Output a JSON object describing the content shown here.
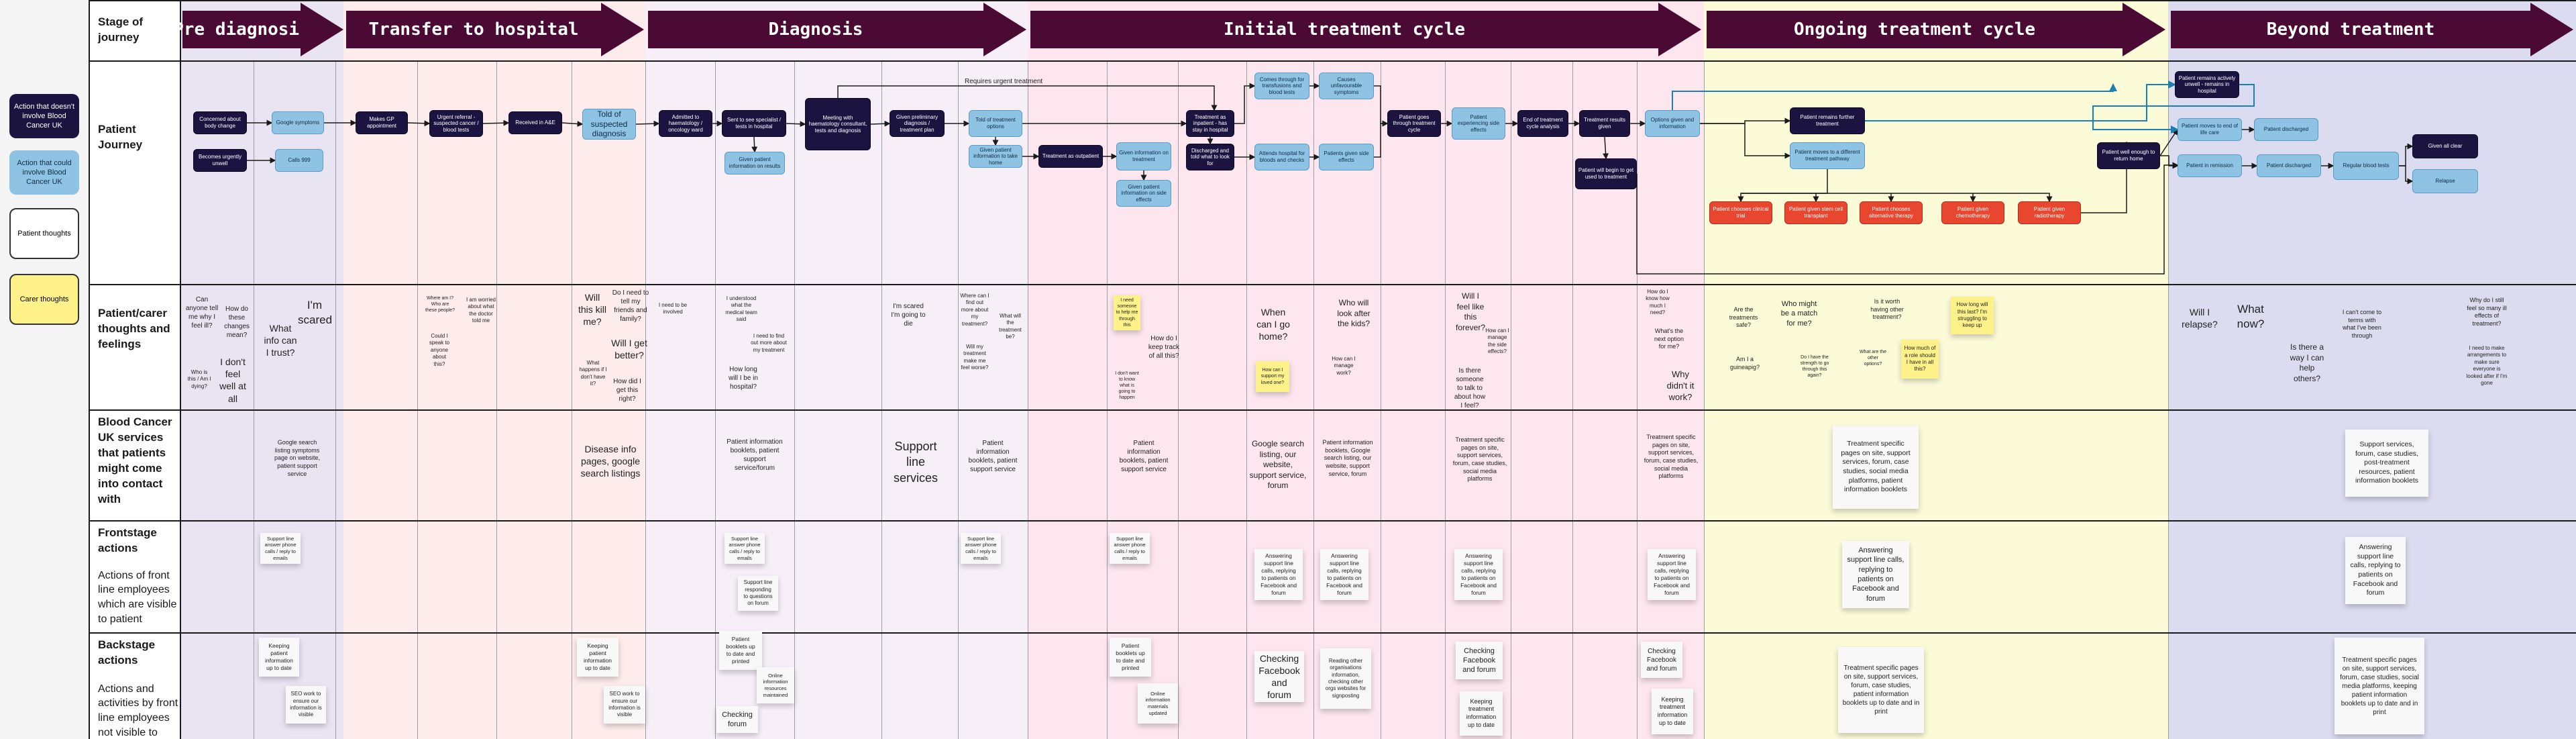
{
  "colors": {
    "phase": "#4a0a33",
    "dark_node": "#1c1440",
    "light_node": "#8ec3e3",
    "red_node": "#e8462e",
    "thought": "#fff18a"
  },
  "legend": [
    {
      "label": "Action that doesn't involve Blood Cancer UK",
      "style": "dark"
    },
    {
      "label": "Action that could involve Blood Cancer UK",
      "style": "light"
    },
    {
      "label": "Patient thoughts",
      "style": "white-bubble"
    },
    {
      "label": "Carer thoughts",
      "style": "yellow-bubble"
    }
  ],
  "rows": [
    {
      "title": "Stage of journey",
      "subtitle": ""
    },
    {
      "title": "Patient Journey",
      "subtitle": ""
    },
    {
      "title": "Patient/carer thoughts and feelings",
      "subtitle": ""
    },
    {
      "title": "Blood Cancer UK services that patients might come into contact with",
      "subtitle": ""
    },
    {
      "title": "Frontstage actions",
      "subtitle": "Actions of front line employees which are visible to patient"
    },
    {
      "title": "Backstage actions",
      "subtitle": "Actions and activities by front line employees not visible to patient"
    }
  ],
  "phases": [
    {
      "label": "Pre diagnosis"
    },
    {
      "label": "Transfer to hospital"
    },
    {
      "label": "Diagnosis"
    },
    {
      "label": "Initial treatment cycle"
    },
    {
      "label": "Ongoing treatment cycle"
    },
    {
      "label": "Beyond treatment"
    }
  ],
  "journey": {
    "requires_urgent": "Requires urgent treatment",
    "nodes": [
      {
        "text": "Concerned about body change",
        "style": "dark"
      },
      {
        "text": "Becomes urgently unwell",
        "style": "dark"
      },
      {
        "text": "Google symptoms",
        "style": "light"
      },
      {
        "text": "Calls 999",
        "style": "light"
      },
      {
        "text": "Makes GP appointment",
        "style": "dark"
      },
      {
        "text": "Urgent referral - suspected cancer / blood tests",
        "style": "dark"
      },
      {
        "text": "Received in A&E",
        "style": "dark"
      },
      {
        "text": "Told of suspected diagnosis",
        "style": "light"
      },
      {
        "text": "Admitted to haematology / oncology ward",
        "style": "dark"
      },
      {
        "text": "Sent to see specialist / tests in hospital",
        "style": "dark"
      },
      {
        "text": "Given patient information on results",
        "style": "light"
      },
      {
        "text": "Meeting with haematology consultant, tests and diagnosis",
        "style": "dark"
      },
      {
        "text": "Given preliminary diagnosis / treatment plan",
        "style": "dark"
      },
      {
        "text": "Told of treatment options",
        "style": "light"
      },
      {
        "text": "Given patient information to take home",
        "style": "light"
      },
      {
        "text": "Treatment as outpatient",
        "style": "dark"
      },
      {
        "text": "Given information on treatment",
        "style": "light"
      },
      {
        "text": "Given patient information on side effects",
        "style": "light"
      },
      {
        "text": "Treatment as inpatient - has stay in hospital",
        "style": "dark"
      },
      {
        "text": "Discharged and told what to look for",
        "style": "dark"
      },
      {
        "text": "Comes through for transfusions and blood tests",
        "style": "light"
      },
      {
        "text": "Causes unfavourable symptoms",
        "style": "light"
      },
      {
        "text": "Attends hospital for bloods and checks",
        "style": "light"
      },
      {
        "text": "Patients given side effects",
        "style": "light"
      },
      {
        "text": "Patient goes through treatment cycle",
        "style": "dark"
      },
      {
        "text": "Patient experiencing side effects",
        "style": "light"
      },
      {
        "text": "End of treatment cycle analysis",
        "style": "dark"
      },
      {
        "text": "Treatment results given",
        "style": "dark"
      },
      {
        "text": "Patient will begin to get used to treatment",
        "style": "dark"
      },
      {
        "text": "Options given and information",
        "style": "light"
      },
      {
        "text": "Patient remains further treatment",
        "style": "dark"
      },
      {
        "text": "Patient moves to a different treatment pathway",
        "style": "light"
      },
      {
        "text": "Patient remains actively unwell - remains in hospital",
        "style": "dark"
      },
      {
        "text": "Patient moves to end of life care",
        "style": "light"
      },
      {
        "text": "Patient in remission",
        "style": "light"
      },
      {
        "text": "Patient discharged",
        "style": "light"
      },
      {
        "text": "Patient discharged",
        "style": "light"
      },
      {
        "text": "Regular blood tests",
        "style": "light"
      },
      {
        "text": "Patient well enough to return home",
        "style": "dark"
      },
      {
        "text": "Given all clear",
        "style": "dark"
      },
      {
        "text": "Relapse",
        "style": "light"
      },
      {
        "text": "Patient chooses clinical trial",
        "style": "red"
      },
      {
        "text": "Patient given stem cell transplant",
        "style": "red"
      },
      {
        "text": "Patient chooses alternative therapy",
        "style": "red"
      },
      {
        "text": "Patient given chemotherapy",
        "style": "red"
      },
      {
        "text": "Patient given radiotherapy",
        "style": "red"
      }
    ]
  },
  "thoughts": [
    {
      "text": "Can anyone tell me why I feel ill?",
      "size": "small",
      "carer": false
    },
    {
      "text": "How do these changes mean?",
      "size": "small",
      "carer": false
    },
    {
      "text": "I don't feel well at all",
      "size": "medium",
      "carer": false
    },
    {
      "text": "Who is this / Am I dying?",
      "size": "small",
      "carer": false
    },
    {
      "text": "What info can I trust?",
      "size": "medium",
      "carer": false
    },
    {
      "text": "I'm scared",
      "size": "large",
      "carer": false
    },
    {
      "text": "Where am I? Who are these people?",
      "size": "small",
      "carer": false
    },
    {
      "text": "I am worried about what the doctor told me",
      "size": "small",
      "carer": false
    },
    {
      "text": "Could I speak to anyone about this?",
      "size": "small",
      "carer": false
    },
    {
      "text": "Will this kill me?",
      "size": "medium",
      "carer": false
    },
    {
      "text": "Do I need to tell my friends and family?",
      "size": "small",
      "carer": false
    },
    {
      "text": "Will I get better?",
      "size": "medium",
      "carer": false
    },
    {
      "text": "What happens if I don't have it?",
      "size": "small",
      "carer": false
    },
    {
      "text": "How did I get this right?",
      "size": "small",
      "carer": false
    },
    {
      "text": "I need to be involved",
      "size": "small",
      "carer": false
    },
    {
      "text": "I understood what the medical team said",
      "size": "small",
      "carer": false
    },
    {
      "text": "I need to find out more about my treatment",
      "size": "small",
      "carer": false
    },
    {
      "text": "How long will I be in hospital?",
      "size": "medium",
      "carer": false
    },
    {
      "text": "I'm scared I'm going to die",
      "size": "medium",
      "carer": false
    },
    {
      "text": "Where can I find out more about my treatment?",
      "size": "small",
      "carer": false
    },
    {
      "text": "What will the treatment be?",
      "size": "small",
      "carer": false
    },
    {
      "text": "Will my treatment make me feel worse?",
      "size": "small",
      "carer": false
    },
    {
      "text": "I need someone to help me through this",
      "size": "small",
      "carer": true
    },
    {
      "text": "How do I keep track of all this?",
      "size": "small",
      "carer": false
    },
    {
      "text": "I don't want to know what is going to happen",
      "size": "small",
      "carer": false
    },
    {
      "text": "When can I go home?",
      "size": "medium",
      "carer": false
    },
    {
      "text": "How can I support my loved one?",
      "size": "small",
      "carer": true
    },
    {
      "text": "Who will look after the kids?",
      "size": "medium",
      "carer": false
    },
    {
      "text": "How can I manage work?",
      "size": "small",
      "carer": false
    },
    {
      "text": "Will I feel like this forever?",
      "size": "medium",
      "carer": false
    },
    {
      "text": "How can I manage the side effects?",
      "size": "small",
      "carer": false
    },
    {
      "text": "Is there someone to talk to about how I feel?",
      "size": "small",
      "carer": false
    },
    {
      "text": "How do I know how much I need?",
      "size": "small",
      "carer": false
    },
    {
      "text": "What's the next option for me?",
      "size": "small",
      "carer": false
    },
    {
      "text": "Why didn't it work?",
      "size": "medium",
      "carer": false
    },
    {
      "text": "Are the treatments safe?",
      "size": "small",
      "carer": false
    },
    {
      "text": "Who might be a match for me?",
      "size": "small",
      "carer": false
    },
    {
      "text": "Am I a guineapig?",
      "size": "small",
      "carer": false
    },
    {
      "text": "Do I have the strength to go through this again?",
      "size": "small",
      "carer": false
    },
    {
      "text": "Is it worth having other treatment?",
      "size": "small",
      "carer": false
    },
    {
      "text": "What are the other options?",
      "size": "small",
      "carer": false
    },
    {
      "text": "How much of a role should I have in all this?",
      "size": "small",
      "carer": true
    },
    {
      "text": "How long will this last? I'm struggling to keep up",
      "size": "small",
      "carer": true
    },
    {
      "text": "Will I relapse?",
      "size": "medium",
      "carer": false
    },
    {
      "text": "What now?",
      "size": "large",
      "carer": false
    },
    {
      "text": "Is there a way I can help others?",
      "size": "medium",
      "carer": false
    },
    {
      "text": "I can't come to terms with what I've been through",
      "size": "small",
      "carer": false
    },
    {
      "text": "Why do I still feel so many ill effects of treatment?",
      "size": "small",
      "carer": false
    },
    {
      "text": "I need to make arrangements to make sure everyone is looked after if I'm gone",
      "size": "small",
      "carer": false
    }
  ],
  "services": [
    {
      "text": "Google search listing symptoms page on website, patient support service",
      "size": "small"
    },
    {
      "text": "Disease info pages, google search listings",
      "size": "medium"
    },
    {
      "text": "Patient information booklets, patient support service/forum",
      "size": "small"
    },
    {
      "text": "Support line services",
      "size": "large"
    },
    {
      "text": "Patient information booklets, patient support service",
      "size": "small"
    },
    {
      "text": "Patient information booklets, patient support service",
      "size": "small"
    },
    {
      "text": "Google search listing, our website, support service, forum",
      "size": "medium"
    },
    {
      "text": "Patient information booklets, Google search listing, our website, support service, forum",
      "size": "small"
    },
    {
      "text": "Treatment specific pages on site, support services, forum, case studies, social media platforms",
      "size": "small"
    },
    {
      "text": "Treatment specific pages on site, support services, forum, case studies, social media platforms",
      "size": "small"
    },
    {
      "text": "Treatment specific pages on site, support services, forum, case studies, social media platforms, patient information booklets",
      "size": "card"
    },
    {
      "text": "Support services, forum, case studies, post-treatment resources, patient information booklets",
      "size": "card"
    }
  ],
  "frontstage": [
    {
      "text": "Support line answer phone calls / reply to emails"
    },
    {
      "text": "Support line answer phone calls / reply to emails"
    },
    {
      "text": "Support line responding to questions on forum"
    },
    {
      "text": "Support line answer phone calls / reply to emails"
    },
    {
      "text": "Support line answer phone calls / reply to emails"
    },
    {
      "text": "Answering support line calls, replying to patients on Facebook and forum"
    },
    {
      "text": "Answering support line calls, replying to patients on Facebook and forum"
    },
    {
      "text": "Answering support line calls, replying to patients on Facebook and forum"
    },
    {
      "text": "Answering support line calls, replying to patients on Facebook and forum"
    },
    {
      "text": "Answering support line calls, replying to patients on Facebook and forum"
    },
    {
      "text": "Answering support line calls, replying to patients on Facebook and forum"
    }
  ],
  "backstage": [
    {
      "text": "Keeping patient information up to date",
      "size": "small"
    },
    {
      "text": "SEO work to ensure our information is visible",
      "size": "small"
    },
    {
      "text": "Keeping patient information up to date",
      "size": "small"
    },
    {
      "text": "SEO work to ensure our information is visible",
      "size": "small"
    },
    {
      "text": "Patient booklets up to date and printed",
      "size": "small"
    },
    {
      "text": "Online information resources maintained",
      "size": "small"
    },
    {
      "text": "Checking forum",
      "size": "medium"
    },
    {
      "text": "Patient booklets up to date and printed",
      "size": "small"
    },
    {
      "text": "Online information materials updated",
      "size": "small"
    },
    {
      "text": "Checking Facebook and forum",
      "size": "large"
    },
    {
      "text": "Reading other organisations information, checking other orgs websites for signposting",
      "size": "small"
    },
    {
      "text": "Checking Facebook and forum",
      "size": "medium"
    },
    {
      "text": "Keeping treatment information up to date",
      "size": "small"
    },
    {
      "text": "Checking Facebook and forum",
      "size": "medium"
    },
    {
      "text": "Keeping treatment information up to date",
      "size": "small"
    },
    {
      "text": "Treatment specific pages on site, support services, forum, case studies, patient information booklets up to date and in print",
      "size": "card"
    },
    {
      "text": "Treatment specific pages on site, support services, forum, case studies, social media platforms, keeping patient information booklets up to date and in print",
      "size": "card"
    }
  ]
}
